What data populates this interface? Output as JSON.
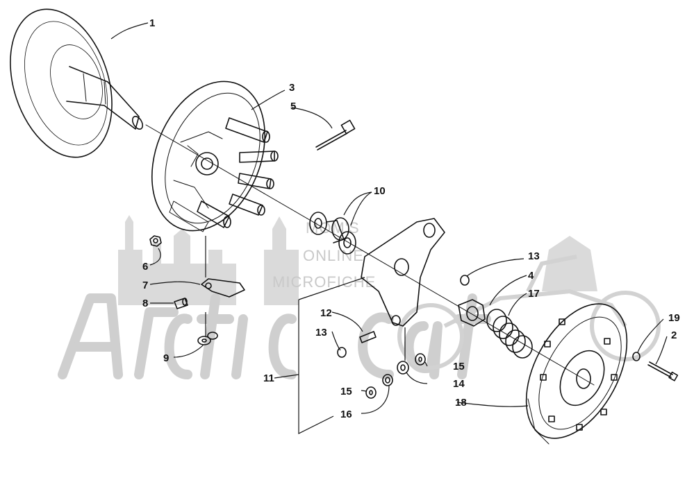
{
  "watermark": {
    "line1": "MOM'S",
    "line2": "ONLINE",
    "line3": "MICROFICHE",
    "logo": "Arctic Cat"
  },
  "callouts": {
    "c1": "1",
    "c2": "2",
    "c3": "3",
    "c4": "4",
    "c5": "5",
    "c6": "6",
    "c7": "7",
    "c8": "8",
    "c9": "9",
    "c10": "10",
    "c11": "11",
    "c12": "12",
    "c13a": "13",
    "c13b": "13",
    "c14": "14",
    "c15a": "15",
    "c15b": "15",
    "c16": "16",
    "c17": "17",
    "c18": "18",
    "c19": "19"
  },
  "colors": {
    "ink": "#111111",
    "watermark": "#c9c9c9"
  }
}
